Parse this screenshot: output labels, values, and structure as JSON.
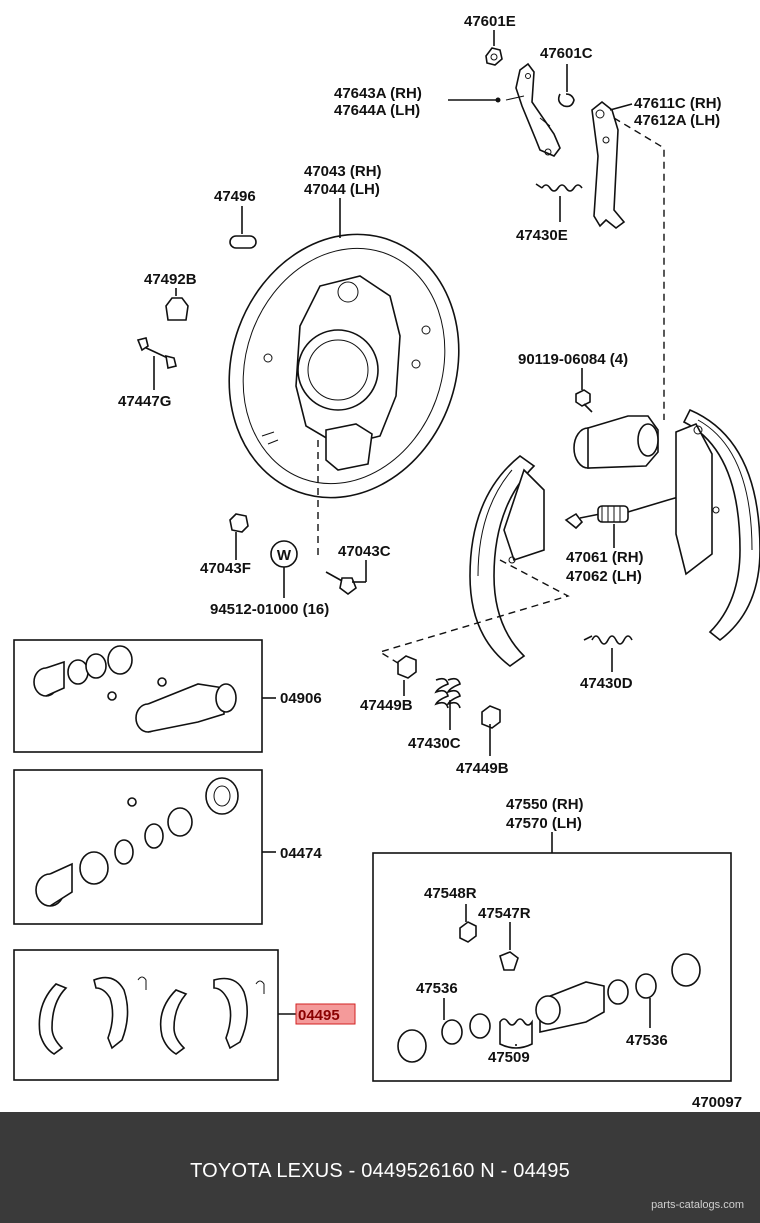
{
  "labels": {
    "l47601E": "47601E",
    "l47601C": "47601C",
    "l47643A": "47643A (RH)",
    "l47644A": "47644A (LH)",
    "l47611C": "47611C (RH)",
    "l47612A": "47612A (LH)",
    "l47043": "47043 (RH)",
    "l47044": "47044 (LH)",
    "l47496": "47496",
    "l47430E": "47430E",
    "l47492B": "47492B",
    "l90119": "90119-06084 (4)",
    "l47447G": "47447G",
    "l47043F": "47043F",
    "l47043C": "47043C",
    "l94512": "94512-01000 (16)",
    "lW": "W",
    "l47061": "47061 (RH)",
    "l47062": "47062 (LH)",
    "l47430D": "47430D",
    "l04906": "04906",
    "l47449B_a": "47449B",
    "l47430C": "47430C",
    "l47449B_b": "47449B",
    "l04474": "04474",
    "l47550": "47550 (RH)",
    "l47570": "47570 (LH)",
    "l47548R": "47548R",
    "l47547R": "47547R",
    "l47536_a": "47536",
    "l47536_b": "47536",
    "l47509": "47509",
    "l04495": "04495",
    "l470097": "470097"
  },
  "colors": {
    "highlight_fill": "#f49a9a",
    "highlight_border": "#d22222",
    "footer_bg": "#3a3a3a"
  },
  "footer": {
    "title": "TOYOTA LEXUS - 0449526160    N - 04495",
    "credit": "parts-catalogs.com"
  }
}
